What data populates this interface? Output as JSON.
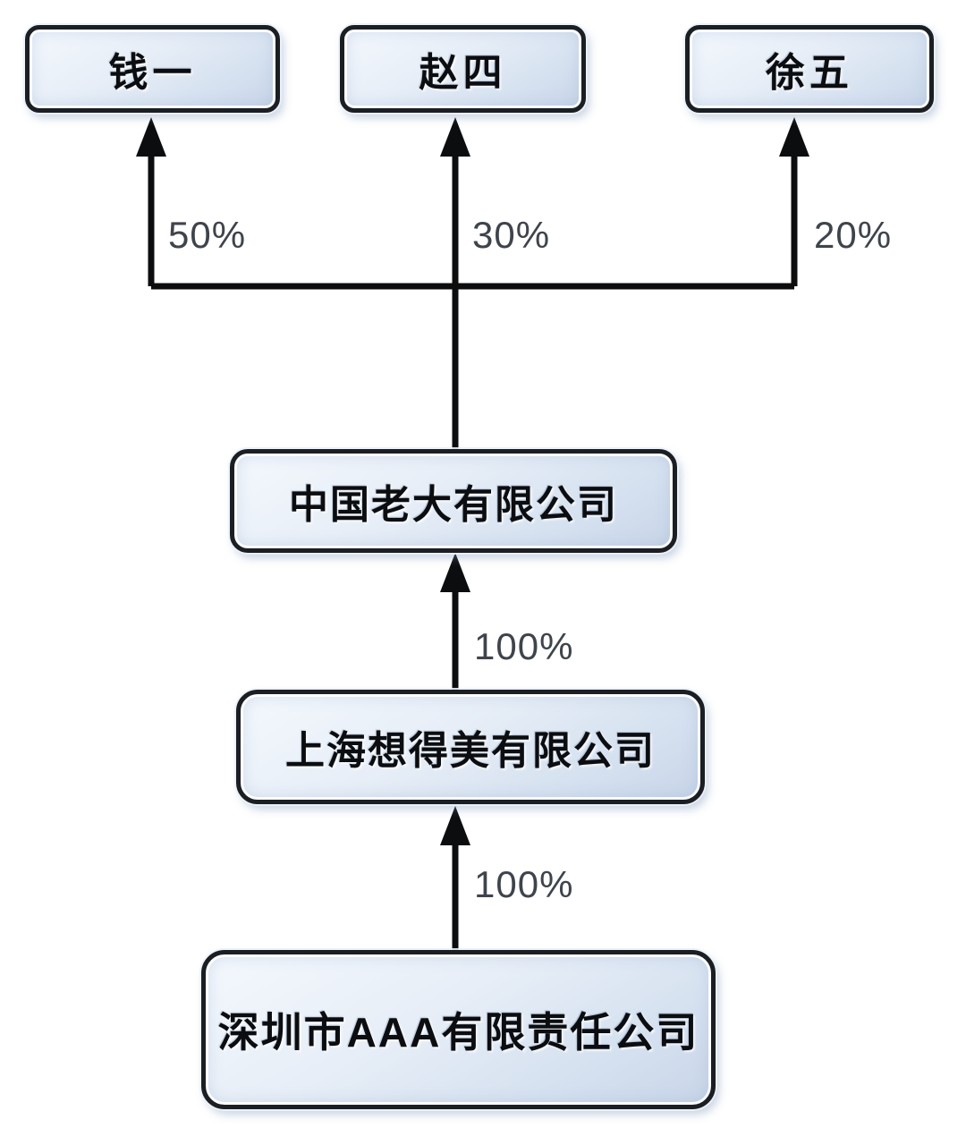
{
  "diagram_type": "equity-ownership-structure",
  "colors": {
    "background": "#ffffff",
    "line": "#0c0d0f",
    "percent_label": "#3f444c",
    "box_border": "#1b1e23",
    "box_fill_light": "#f4f8fd",
    "box_fill_dark": "#c8d5e8",
    "box_text": "#0b0d11"
  },
  "nodes": {
    "qianyi": {
      "label": "钱一",
      "type": "person"
    },
    "zhaosi": {
      "label": "赵四",
      "type": "person"
    },
    "xuwu": {
      "label": "徐五",
      "type": "person"
    },
    "zhongguo": {
      "label": "中国老大有限公司",
      "type": "company"
    },
    "shanghai": {
      "label": "上海想得美有限公司",
      "type": "company"
    },
    "shenzhen": {
      "label": "深圳市AAA有限责任公司",
      "type": "company"
    }
  },
  "edges": [
    {
      "from": "zhongguo",
      "to": "qianyi",
      "percent": "50%"
    },
    {
      "from": "zhongguo",
      "to": "zhaosi",
      "percent": "30%"
    },
    {
      "from": "zhongguo",
      "to": "xuwu",
      "percent": "20%"
    },
    {
      "from": "shanghai",
      "to": "zhongguo",
      "percent": "100%"
    },
    {
      "from": "shenzhen",
      "to": "shanghai",
      "percent": "100%"
    }
  ]
}
